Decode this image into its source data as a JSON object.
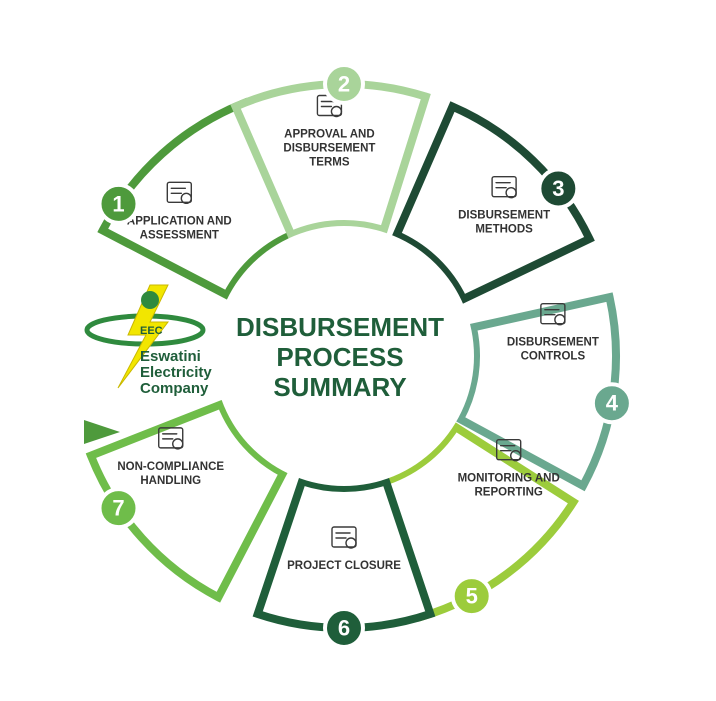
{
  "center": {
    "line1": "DISBURSEMENT",
    "line2": "PROCESS",
    "line3": "SUMMARY"
  },
  "logo": {
    "badge": "EEC",
    "line1": "Eswatini",
    "line2": "Electricity",
    "line3": "Company"
  },
  "steps": [
    {
      "number": "1",
      "lines": [
        "APPLICATION AND",
        "ASSESSMENT"
      ],
      "color": "#4e9a3c",
      "icon": "document-clock-icon"
    },
    {
      "number": "2",
      "lines": [
        "APPROVAL AND",
        "DISBURSEMENT",
        "TERMS"
      ],
      "color": "#a9d49a",
      "icon": "presentation-board-icon"
    },
    {
      "number": "3",
      "lines": [
        "DISBURSEMENT",
        "METHODS"
      ],
      "color": "#1e4a34",
      "icon": "flowchart-icon"
    },
    {
      "number": "4",
      "lines": [
        "DISBURSEMENT",
        "CONTROLS"
      ],
      "color": "#6aa88f",
      "icon": "lightbulb-arrows-icon"
    },
    {
      "number": "5",
      "lines": [
        "MONITORING AND",
        "REPORTING"
      ],
      "color": "#9ccc3c",
      "icon": "chart-magnifier-icon"
    },
    {
      "number": "6",
      "lines": [
        "PROJECT CLOSURE"
      ],
      "color": "#1f5e3a",
      "icon": "target-podium-icon"
    },
    {
      "number": "7",
      "lines": [
        "NON-COMPLIANCE",
        "HANDLING"
      ],
      "color": "#6fbd4a",
      "icon": "monitor-chart-icon"
    }
  ]
}
